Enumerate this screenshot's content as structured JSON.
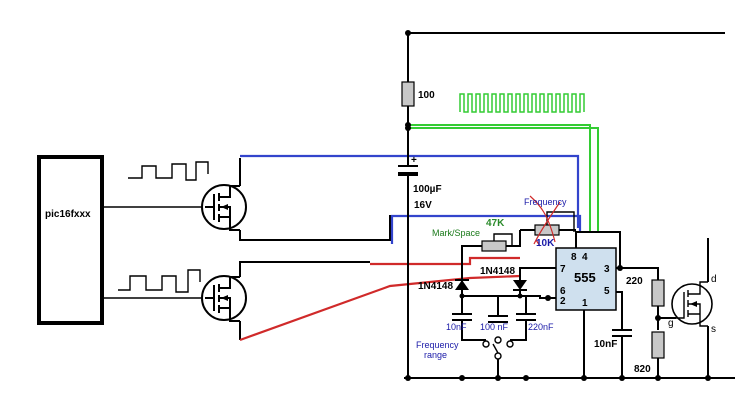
{
  "microcontroller": {
    "label": "pic16fxxx"
  },
  "chip555": {
    "label": "555",
    "pins": [
      "8",
      "4",
      "7",
      "3",
      "6",
      "2",
      "5",
      "1"
    ]
  },
  "resistors": [
    {
      "label": "100"
    },
    {
      "label": "220"
    },
    {
      "label": "820"
    }
  ],
  "capacitor_main": {
    "value": "100µF",
    "voltage": "16V",
    "polarity": "+"
  },
  "pot_frequency": {
    "name": "Frequency",
    "value": "10K"
  },
  "pot_markspace": {
    "name": "Mark/Space",
    "value": "47K"
  },
  "diodes": [
    {
      "label": "1N4148"
    },
    {
      "label": "1N4148"
    }
  ],
  "timing_caps": [
    {
      "label": "10nF"
    },
    {
      "label": "100 nF"
    },
    {
      "label": "220nF"
    }
  ],
  "control_cap": {
    "label": "10nF"
  },
  "switch": {
    "label_line1": "Frequency",
    "label_line2": "range"
  },
  "mosfet_pins": {
    "drain": "d",
    "gate": "g",
    "source": "s"
  },
  "colors": {
    "blue_wire": "#3344cc",
    "red_wire": "#d02a2a",
    "green_wire": "#33cc33",
    "chip_fill": "#cfe0ee",
    "resistor_fill": "#c8c8c8"
  }
}
